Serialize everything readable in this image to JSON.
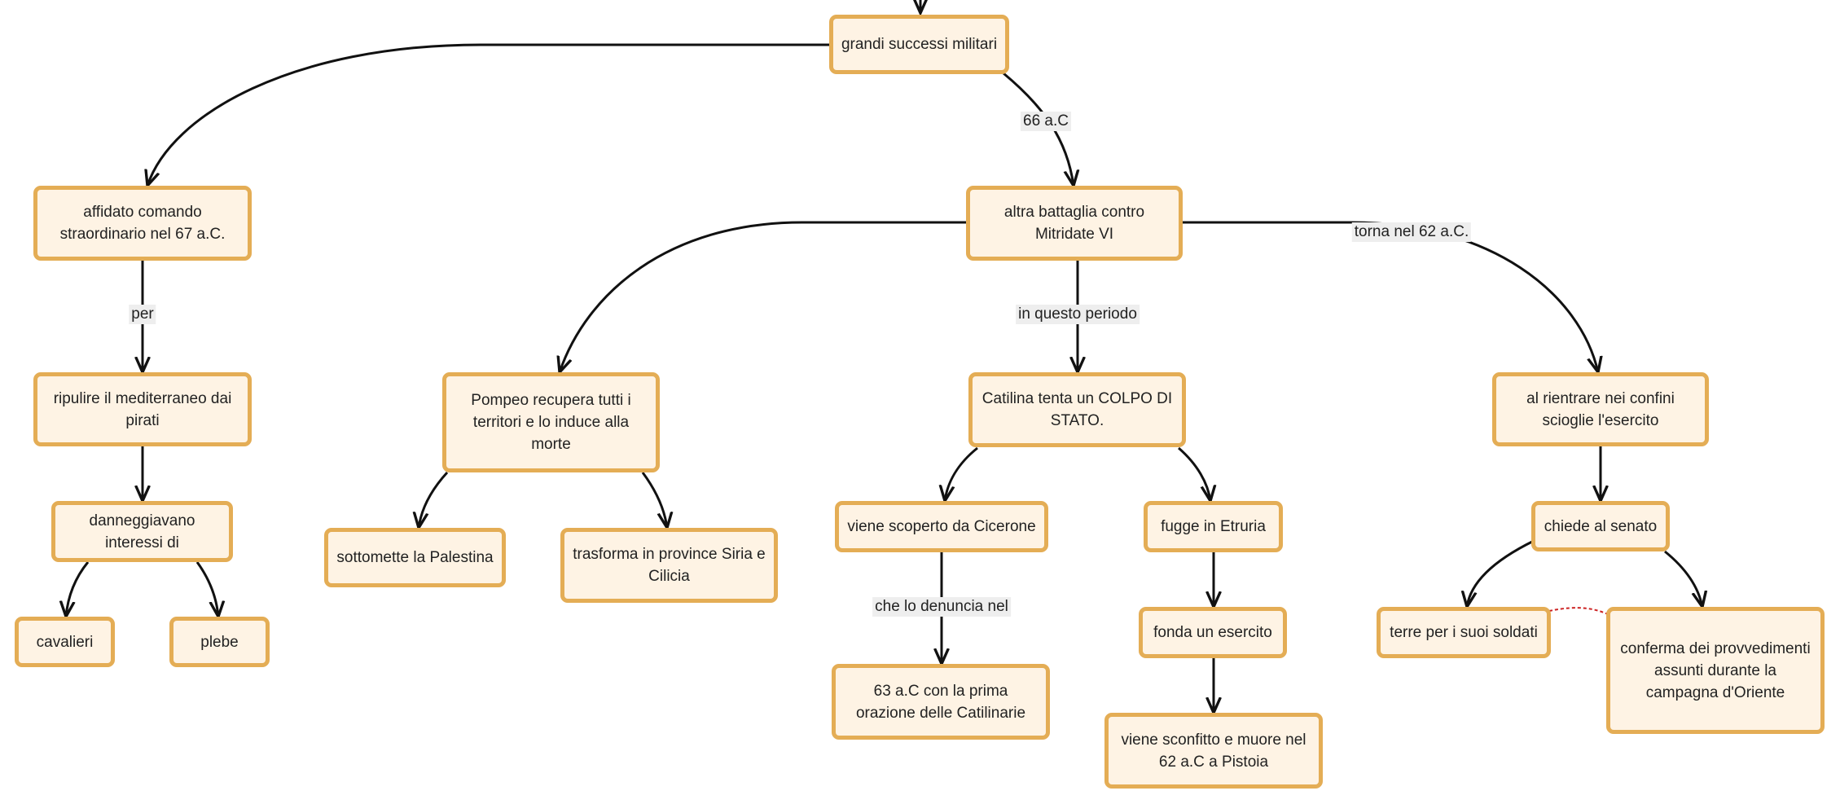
{
  "colors": {
    "node_fill": "#fef3e4",
    "node_border": "#e4ad55",
    "edge": "#111111",
    "dashed_link": "#cc2222",
    "label_bg": "#eeeeee"
  },
  "nodes": {
    "grandi_successi": "grandi successi militari",
    "affidato_comando": "affidato comando straordinario nel 67 a.C.",
    "altra_battaglia": "altra battaglia contro Mitridate VI",
    "ripulire": "ripulire il mediterraneo dai pirati",
    "danneggiavano": "danneggiavano interessi di",
    "cavalieri": "cavalieri",
    "plebe": "plebe",
    "pompeo_recupera": "Pompeo recupera tutti i territori e lo induce alla morte",
    "sottomette": "sottomette la Palestina",
    "trasforma": "trasforma in province Siria e Cilicia",
    "catilina": "Catilina tenta un COLPO DI STATO.",
    "scoperto": "viene scoperto da Cicerone",
    "orazione": "63 a.C con la prima orazione delle Catilinarie",
    "fugge": "fugge in Etruria",
    "fonda": "fonda un esercito",
    "sconfitto": "viene sconfitto e muore nel 62 a.C a Pistoia",
    "rientrare": "al rientrare nei confini scioglie l'esercito",
    "chiede": "chiede al senato",
    "terre": "terre per i suoi soldati",
    "conferma": "conferma dei provvedimenti assunti durante la campagna d'Oriente"
  },
  "edge_labels": {
    "anno_66": "66 a.C",
    "per": "per",
    "in_questo_periodo": "in questo periodo",
    "torna_62": "torna nel 62 a.C.",
    "che_lo_denuncia": "che lo denuncia nel"
  }
}
